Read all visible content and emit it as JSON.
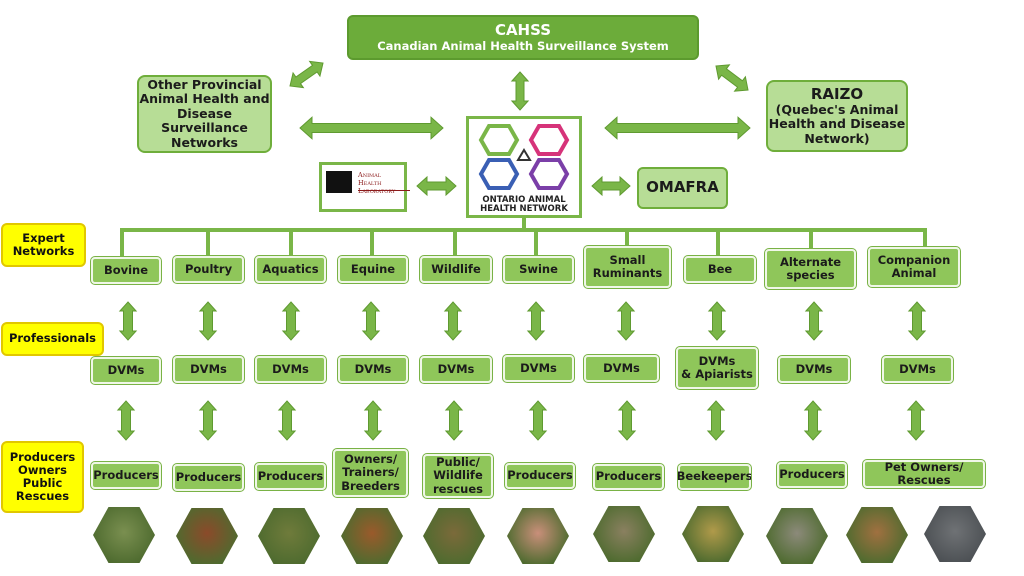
{
  "cahss": {
    "title": "CAHSS",
    "subtitle": "Canadian Animal Health Surveillance System"
  },
  "other_provincial": {
    "lines": [
      "Other Provincial",
      "Animal Health and",
      "Disease",
      "Surveillance",
      "Networks"
    ]
  },
  "raizo": {
    "title": "RAIZO",
    "lines": [
      "(Quebec's Animal",
      "Health and Disease",
      "Network)"
    ]
  },
  "oahn": {
    "label_lines": [
      "ONTARIO ANIMAL",
      "HEALTH NETWORK"
    ]
  },
  "ahl": {
    "lines": [
      "Animal Health",
      "Laboratory"
    ]
  },
  "omafra": "OMAFRA",
  "row_labels": {
    "expert": [
      "Expert",
      "Networks"
    ],
    "professionals": [
      "Professionals"
    ],
    "producers": [
      "Producers",
      "Owners",
      "Public",
      "Rescues"
    ]
  },
  "columns": [
    {
      "expert": [
        "Bovine"
      ],
      "professional": [
        "DVMs"
      ],
      "producer": [
        "Producers"
      ],
      "animal": "cow"
    },
    {
      "expert": [
        "Poultry"
      ],
      "professional": [
        "DVMs"
      ],
      "producer": [
        "Producers"
      ],
      "animal": "chicken"
    },
    {
      "expert": [
        "Aquatics"
      ],
      "professional": [
        "DVMs"
      ],
      "producer": [
        "Producers"
      ],
      "animal": "fish"
    },
    {
      "expert": [
        "Equine"
      ],
      "professional": [
        "DVMs"
      ],
      "producer": [
        "Owners/",
        "Trainers/",
        "Breeders"
      ],
      "animal": "horse"
    },
    {
      "expert": [
        "Wildlife"
      ],
      "professional": [
        "DVMs"
      ],
      "producer": [
        "Public/",
        "Wildlife",
        "rescues"
      ],
      "animal": "fox"
    },
    {
      "expert": [
        "Swine"
      ],
      "professional": [
        "DVMs"
      ],
      "producer": [
        "Producers"
      ],
      "animal": "pig"
    },
    {
      "expert": [
        "Small",
        "Ruminants"
      ],
      "professional": [
        "DVMs"
      ],
      "producer": [
        "Producers"
      ],
      "animal": "goat"
    },
    {
      "expert": [
        "Bee"
      ],
      "professional": [
        "DVMs",
        "& Apiarists"
      ],
      "producer": [
        "Beekeepers"
      ],
      "animal": "bee"
    },
    {
      "expert": [
        "Alternate",
        "species"
      ],
      "professional": [
        "DVMs"
      ],
      "producer": [
        "Producers"
      ],
      "animal": "rabbit"
    },
    {
      "expert": [
        "Companion",
        "Animal"
      ],
      "professional": [
        "DVMs"
      ],
      "producer": [
        "Pet Owners/",
        "Rescues"
      ],
      "animal": "dog-and-cat"
    }
  ],
  "colors": {
    "light_green": "#b7dd96",
    "dark_green": "#6cac3a",
    "medium_green": "#8fc65a",
    "arrow_green": "#7ab648",
    "yellow": "#ffff00"
  }
}
